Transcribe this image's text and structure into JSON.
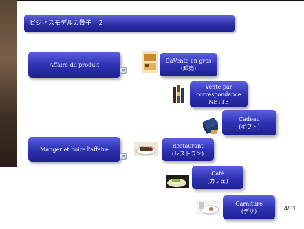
{
  "slide": {
    "title": "ビジネスモデルの骨子　２",
    "page_indicator": "4/31"
  },
  "categories": [
    {
      "label": "Affaire du produit",
      "items": [
        {
          "label": "CaVente en gros\n(卸売)",
          "icon": "pastry-image"
        },
        {
          "label": "Vente par correspondance NETTE",
          "icon": "bottles-image"
        },
        {
          "label": "Cadeau\n(ギフト)",
          "icon": "gift-box-image"
        }
      ]
    },
    {
      "label": "Manger et boire l'affaire",
      "items": [
        {
          "label": "Restaurant\n(レストラン)",
          "icon": "restaurant-dish-image"
        },
        {
          "label": "Café\n(カフェ)",
          "icon": "coffee-cake-image"
        },
        {
          "label": "Garniture\n(デリ)",
          "icon": "deli-plate-image"
        }
      ]
    }
  ],
  "colors": {
    "button_top": "#5b60e0",
    "button_bottom": "#1e2192",
    "text": "#ffffff"
  }
}
